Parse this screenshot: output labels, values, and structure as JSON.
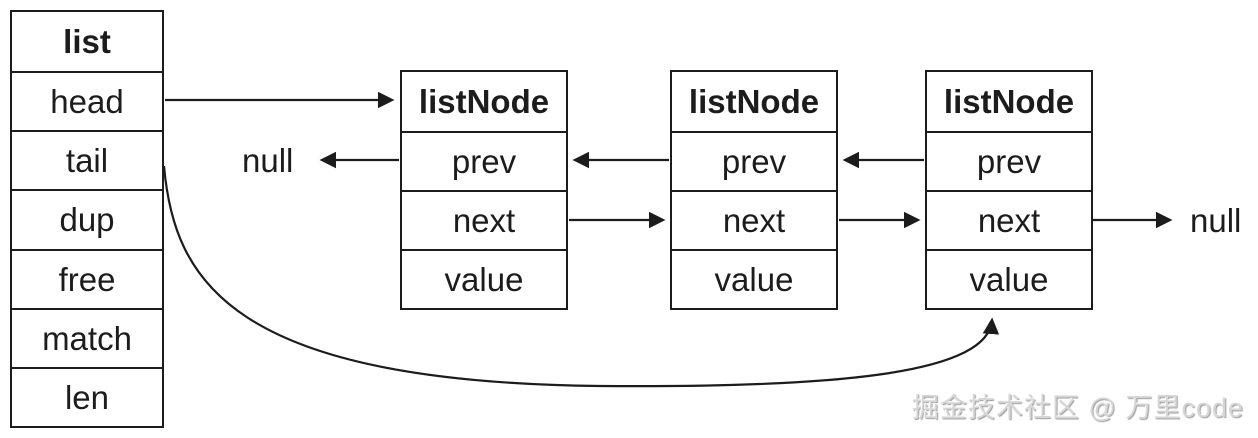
{
  "list_struct": {
    "title": "list",
    "fields": [
      "head",
      "tail",
      "dup",
      "free",
      "match",
      "len"
    ]
  },
  "nodes": [
    {
      "title": "listNode",
      "fields": [
        "prev",
        "next",
        "value"
      ]
    },
    {
      "title": "listNode",
      "fields": [
        "prev",
        "next",
        "value"
      ]
    },
    {
      "title": "listNode",
      "fields": [
        "prev",
        "next",
        "value"
      ]
    }
  ],
  "labels": {
    "null_left": "null",
    "null_right": "null"
  },
  "watermark": "掘金技术社区 @ 万里code",
  "colors": {
    "background": "#ffffff",
    "line": "#1c1c1c",
    "text": "#1c1c1c",
    "watermark": "#d6d6d6"
  }
}
